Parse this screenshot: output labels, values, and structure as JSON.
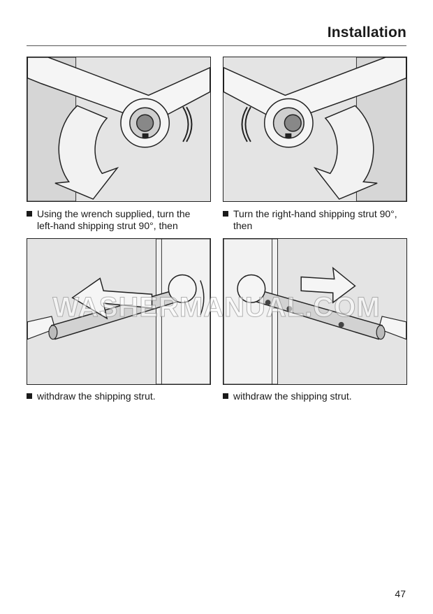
{
  "header": {
    "title": "Installation"
  },
  "steps": [
    {
      "text": "Using the wrench supplied, turn the left-hand shipping strut 90°, then"
    },
    {
      "text": "Turn the right-hand shipping strut 90°, then"
    },
    {
      "text": "withdraw the shipping strut."
    },
    {
      "text": "withdraw the shipping strut."
    }
  ],
  "watermark": "WASHERMANUAL.COM",
  "footer": {
    "page_number": "47"
  }
}
